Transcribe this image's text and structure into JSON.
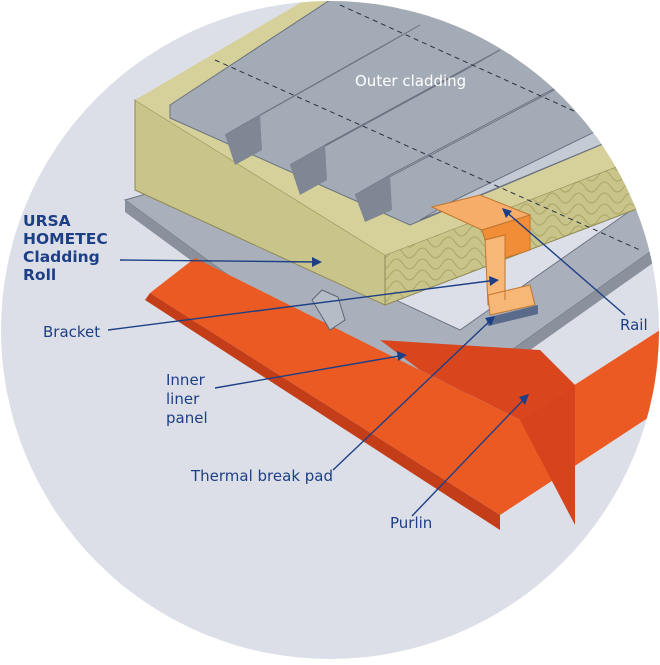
{
  "diagram": {
    "labels": {
      "outer_cladding": "Outer cladding",
      "product_line1": "URSA",
      "product_line2": "HOMETEC",
      "product_line3": "Cladding",
      "product_line4": "Roll",
      "bracket": "Bracket",
      "inner_line1": "Inner",
      "inner_line2": "liner",
      "inner_line3": "panel",
      "thermal_break_pad": "Thermal break pad",
      "purlin": "Purlin",
      "rail": "Rail"
    },
    "colors": {
      "background_circle": "#dcdfe8",
      "insulation": "#c9c48a",
      "metal_sheet": "#9fa7b3",
      "purlin": "#ec5a24",
      "purlin_shadow": "#d6431c",
      "rail": "#f7ad6a",
      "leader_lines": "#1d3f86"
    }
  }
}
